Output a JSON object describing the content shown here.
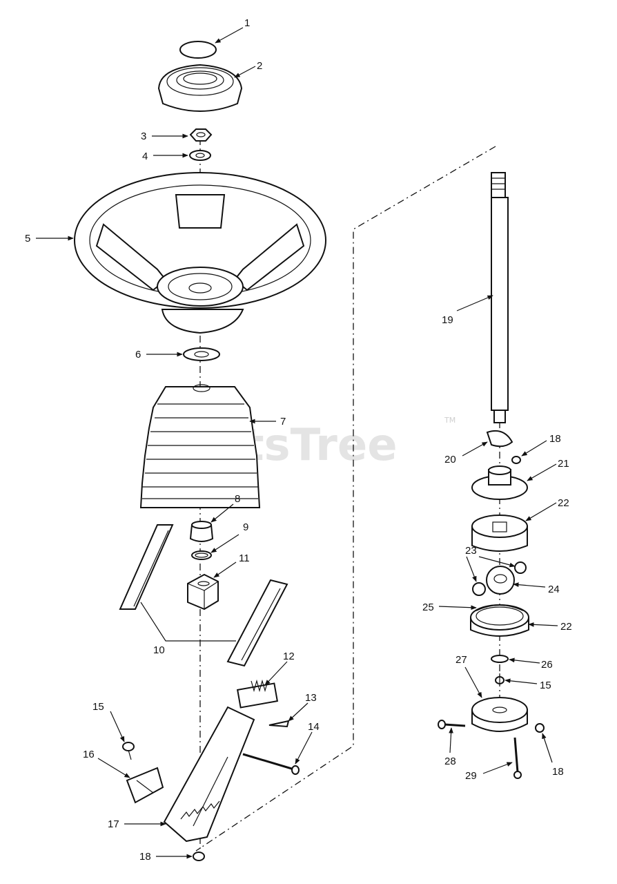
{
  "watermark": {
    "text": "PartsTree",
    "mark": "TM"
  },
  "callouts": [
    "1",
    "2",
    "3",
    "4",
    "5",
    "6",
    "7",
    "8",
    "9",
    "11",
    "10",
    "12",
    "13",
    "14",
    "15",
    "16",
    "17",
    "18",
    "19",
    "18",
    "20",
    "21",
    "22",
    "23",
    "24",
    "25",
    "22",
    "26",
    "15",
    "27",
    "28",
    "18",
    "29"
  ]
}
